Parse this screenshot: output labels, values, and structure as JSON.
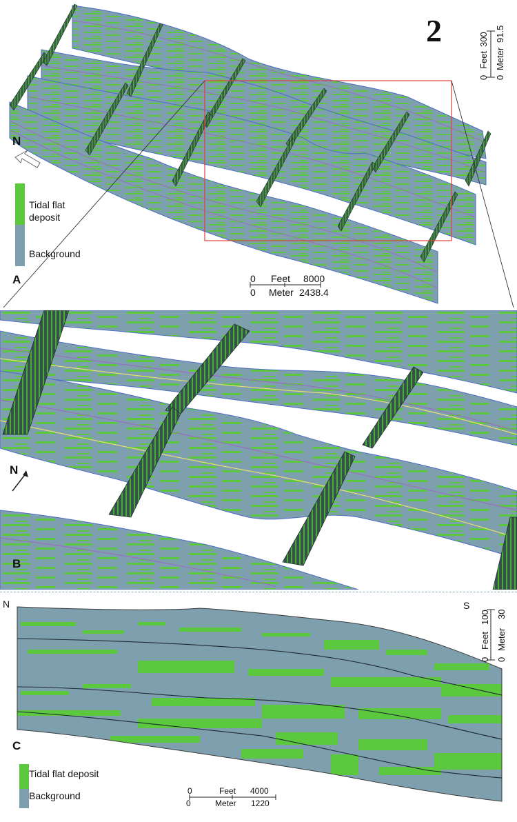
{
  "figure_number": "2",
  "colors": {
    "tidal": "#5cc83e",
    "background": "#7d9fae",
    "wall_dark": "#2f4a45",
    "zoom_box": "#e0403a",
    "horizon_purple": "#9a6fc0",
    "horizon_yellow": "#e8e070",
    "horizon_dark": "#1e2a33"
  },
  "panel_a": {
    "label": "A",
    "north": "N",
    "legend": {
      "tidal": "Tidal flat\ndeposit",
      "background": "Background"
    },
    "scale_h": {
      "top_start": "0",
      "top_unit": "Feet",
      "top_end": "8000",
      "bottom_start": "0",
      "bottom_unit": "Meter",
      "bottom_end": "2438.4"
    },
    "scale_v": {
      "feet_start": "0",
      "feet_unit": "Feet",
      "feet_end": "300",
      "meter_start": "0",
      "meter_unit": "Meter",
      "meter_end": "91.5"
    }
  },
  "panel_b": {
    "label": "B",
    "north": "N"
  },
  "panel_c": {
    "label": "C",
    "north": "N",
    "south": "S",
    "legend": {
      "tidal": "Tidal flat deposit",
      "background": "Background"
    },
    "scale_h": {
      "top_start": "0",
      "top_unit": "Feet",
      "top_end": "4000",
      "bottom_start": "0",
      "bottom_unit": "Meter",
      "bottom_end": "1220"
    },
    "scale_v": {
      "feet_start": "0",
      "feet_unit": "Feet",
      "feet_end": "100",
      "meter_start": "0",
      "meter_unit": "Meter",
      "meter_end": "30"
    }
  }
}
